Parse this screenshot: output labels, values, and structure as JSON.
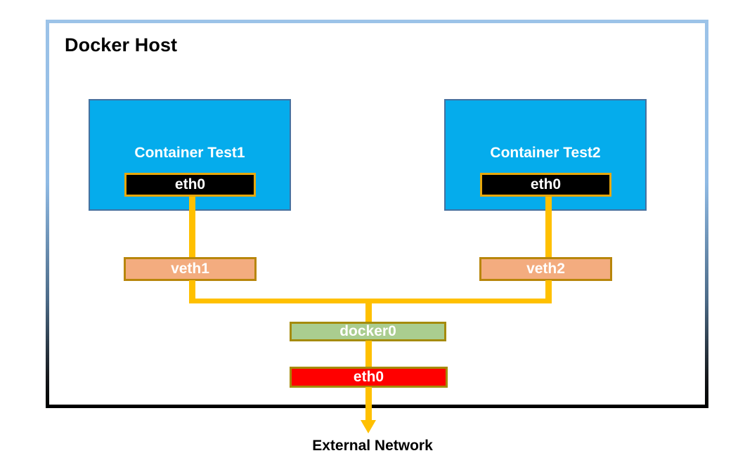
{
  "diagram": {
    "title": "Docker Host",
    "external_label": "External Network",
    "containers": [
      {
        "name": "Container Test1",
        "interface": "eth0"
      },
      {
        "name": "Container Test2",
        "interface": "eth0"
      }
    ],
    "veths": [
      {
        "name": "veth1"
      },
      {
        "name": "veth2"
      }
    ],
    "bridge": {
      "name": "docker0"
    },
    "host_interface": {
      "name": "eth0"
    },
    "colors": {
      "host_frame_top": "#9cc3e8",
      "host_frame_bottom": "#000000",
      "container_fill": "#05ACEC",
      "container_border": "#4571A0",
      "container_eth_fill": "#000000",
      "container_eth_border": "#E8A70B",
      "veth_fill": "#F3AC7F",
      "veth_border": "#B8860B",
      "bridge_fill": "#AACD8F",
      "bridge_border": "#A58B0A",
      "host_eth_fill": "#FF0000",
      "host_eth_border": "#A58B0A",
      "wire": "#FFC000"
    }
  }
}
